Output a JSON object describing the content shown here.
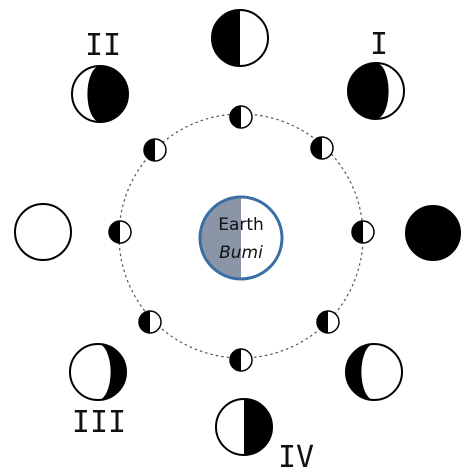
{
  "earth": {
    "label": "Earth",
    "label_local": "Bumi",
    "night_color": "#8a96a8",
    "border_color": "#3a6ea5"
  },
  "orbit_phases_labels": {
    "I": "I",
    "II": "II",
    "III": "III",
    "IV": "IV"
  },
  "colors": {
    "dark": "#000000",
    "light": "#ffffff",
    "orbit": "#555555"
  }
}
